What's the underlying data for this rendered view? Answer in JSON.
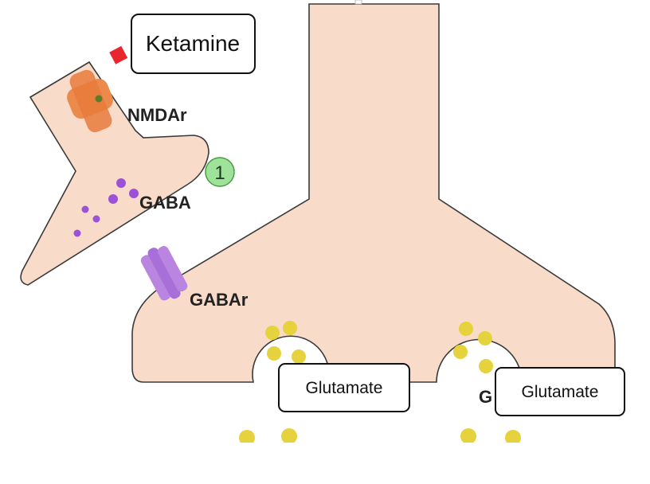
{
  "labels": {
    "ketamine": "Ketamine",
    "nmdar": "NMDAr",
    "gaba": "GABA",
    "gabar": "GABAr",
    "step_number": "1",
    "glutamate_left": "Glutamate",
    "glutamate_right": "Glutamate",
    "glutamate_partial": "G"
  },
  "colors": {
    "neuron_fill": "#f8dbc8",
    "neuron_stroke": "#3a3a3a",
    "ketamine": "#e8262e",
    "nmda_receptor": "#ec8a4c",
    "gaba_vesicle": "#9b52d6",
    "gaba_receptor": "#b985e0",
    "glutamate_vesicle": "#e6d23c",
    "step_badge": "#9fe39a"
  }
}
